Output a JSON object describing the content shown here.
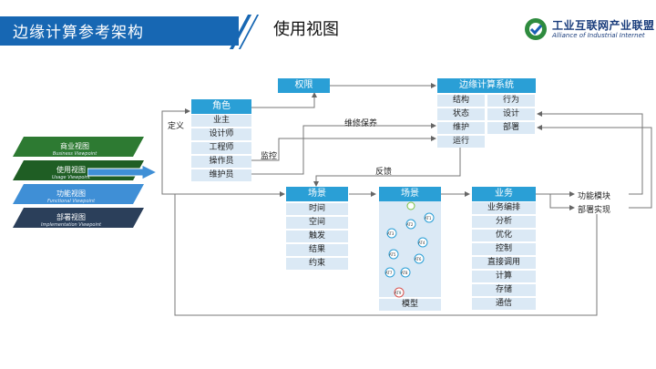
{
  "header": {
    "page_title": "边缘计算参考架构",
    "section_title": "使用视图",
    "logo_cn": "工业互联网产业联盟",
    "logo_en": "Alliance of Industrial Internet"
  },
  "layers": [
    {
      "cn": "商业视图",
      "en": "Business Viewpoint"
    },
    {
      "cn": "使用视图",
      "en": "Usage Viewpoint"
    },
    {
      "cn": "功能视图",
      "en": "Functional Viewpoint"
    },
    {
      "cn": "部署视图",
      "en": "Implementation Viewpoint"
    }
  ],
  "labels": {
    "define": "定义",
    "monitor": "监控",
    "maintain": "维修保养",
    "feedback": "反馈"
  },
  "role": {
    "title": "角色",
    "items": [
      "业主",
      "设计师",
      "工程师",
      "操作员",
      "维护员"
    ]
  },
  "permission": {
    "title": "权限"
  },
  "edge_system": {
    "title": "边缘计算系统",
    "left": [
      "结构",
      "状态",
      "维护",
      "运行"
    ],
    "right": [
      "行为",
      "设计",
      "部署"
    ]
  },
  "scene1": {
    "title": "场景",
    "items": [
      "时间",
      "空间",
      "触发",
      "结果",
      "约束"
    ]
  },
  "scene2": {
    "title": "场景",
    "footer": "模型",
    "nodes": [
      "AT1",
      "AT2",
      "AT3",
      "AT4",
      "AT5",
      "AT6",
      "AT7",
      "AT8",
      "AT9"
    ]
  },
  "business": {
    "title": "业务",
    "items": [
      "业务编排",
      "分析",
      "优化",
      "控制",
      "直接调用",
      "计算",
      "存储",
      "通信"
    ]
  },
  "output": {
    "items": [
      "功能模块",
      "部署实现"
    ]
  }
}
